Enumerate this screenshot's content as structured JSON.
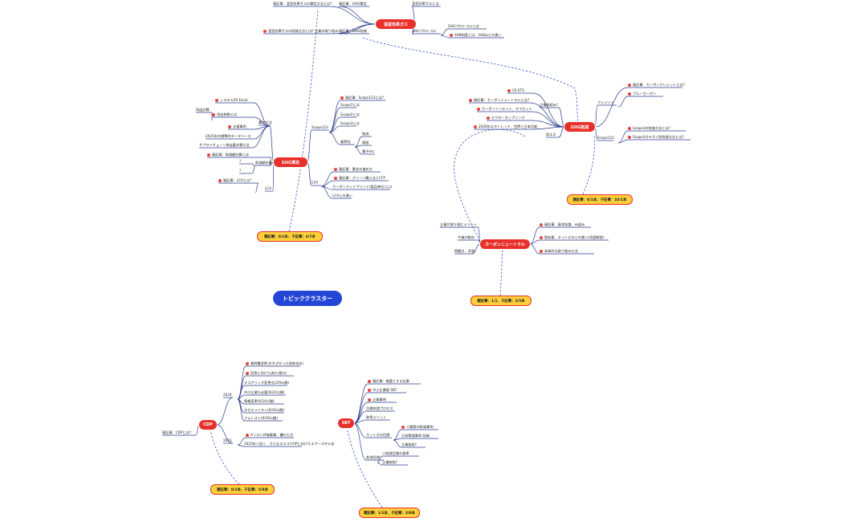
{
  "title": "トピッククラスター",
  "colors": {
    "node": "#e8302a",
    "badge": "#fdd03a",
    "title": "#2346d6",
    "line": "#2a3a8c",
    "link": "#3a5bd0"
  },
  "clusters": {
    "onshitsu": {
      "root": "温室効果ガス",
      "items": [
        "親記事：温室効果ガスの算定方法とは?",
        "親記事：GHG算定",
        "親記事：GHG削減",
        "温室効果ガスの削減方法とは? 企業の取り組み",
        "温室効果ガスとは",
        "GHGプロトコル",
        "GHGプロトコルとは",
        "SHK制度とは、GHGpとの違い"
      ]
    },
    "santei": {
      "root": "GHG算定",
      "badge": "親記事：0/1本、子記事：6/7本",
      "items": [
        "システムVS Excel",
        "排出係数とは",
        "排出計算",
        "支援事例",
        "2025年の標準的データベース",
        "サプライチェーン排出量計算方法",
        "算定方法",
        "親記事：削減額計算とは",
        "削減額計算",
        "?",
        "?",
        "親記事：LCAとは?",
        "LCA",
        "Scope123",
        "親記事：Scope123とは?",
        "Scope1とは",
        "Scope2とは",
        "Scope3とは",
        "業界別",
        "物流",
        "建設",
        "電子etc",
        "CFP",
        "親記事：算定の進め方",
        "親記事：グリーン購入法とCFP",
        "カーボンフットプリント(製品単位)とは",
        "LCAとの違い"
      ]
    },
    "sakugen": {
      "root": "GHG削減",
      "badge": "親記事：0/1本、子記事：10/1本",
      "items": [
        "CK ETS",
        "親記事：カーボンニュートラルとは?",
        "カーボンインセット、オフセット",
        "セクターカップリング",
        "2026年エネトレンド、世界と日本比較",
        "企業取組み?",
        "再エネ",
        "親記事：カーボンクレジットとは?",
        "クレジット",
        "ブルーカーボン",
        "Scope3の削減方法とは?",
        "Scope3カテゴリ別削減方法とは?",
        "Scope123"
      ]
    },
    "cn": {
      "root": "カーボンニュートラル",
      "badge": "親記事：1/1、子記事：2/5本",
      "items": [
        "企業が取り組むメリット",
        "今後の動向",
        "問題点、矛盾",
        "親記事：基本知識、仕組み",
        "脱炭素、ネットゼロとの違い(用語解説)",
        "具体的な取り組み方法"
      ]
    },
    "cdp": {
      "root": "CDP",
      "badge": "親記事：0/1本、子記事：5/9本",
      "items": [
        "親記事：CDPとは?",
        "2024",
        "質問書変更点(大きかった削除含め)",
        "回答に向けた流れ(意向)",
        "スコアリング変更点(2/9公開)",
        "中小企業も必要(6/24公開)",
        "情報変更(6/24公開)",
        "水セキュリティ(6/16公開)",
        "フォレスト(6/16公開)",
        "2023",
        "Aリスト評価事業、優れた点",
        "2023年へ回く、さらなるスコアUPに向けたエア一ゴテム化"
      ]
    },
    "sbt": {
      "root": "SBT",
      "badge": "親記事：1/1本、子記事：3/9本",
      "items": [
        "親記事：概要とする記事",
        "中小企業版 SBT",
        "企業事例",
        "目標申請プロセス",
        "取得メリット",
        "ネットゼロ目標",
        "二酸素の削減事例",
        "日本関連事例 削減",
        "企業取組?",
        "削減目標",
        "二削減目標の基準",
        "企業取組?"
      ]
    }
  }
}
